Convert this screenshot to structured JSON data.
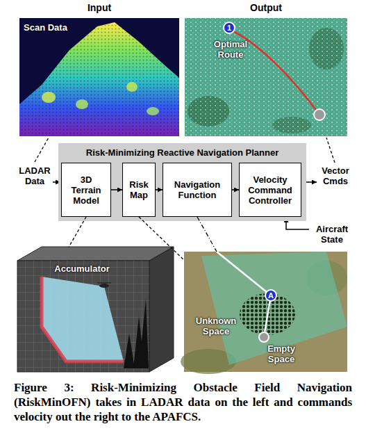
{
  "diagram": {
    "caption": "Figure 3: Risk-Minimizing Obstacle Field Navigation (RiskMinOFN) takes in LADAR data on the left and commands velocity out the right to the APAFCS.",
    "nodes": [
      {
        "text": [
          "Input",
          "Scan Data"
        ]
      },
      {
        "text": [
          "Output",
          "Optimal Route"
        ]
      },
      {
        "text": [
          "Risk-Minimizing Reactive Navigation Planner"
        ]
      },
      {
        "text": [
          "3D Terrain Model"
        ],
        "in": 2
      },
      {
        "text": [
          "Risk Map"
        ],
        "in": 2
      },
      {
        "text": [
          "Navigation Function"
        ],
        "in": 2
      },
      {
        "text": [
          "Velocity Command Controller"
        ],
        "in": 2
      },
      {
        "text": [
          "Accumulator"
        ]
      },
      {
        "text": [
          "Unknown Space",
          "Empty Space"
        ]
      }
    ],
    "edges": [
      {
        "from": 3,
        "to": 4,
        "arrow": "to"
      },
      {
        "from": 4,
        "to": 5,
        "arrow": "to"
      },
      {
        "from": 5,
        "to": 6,
        "arrow": "to"
      },
      {
        "from": 3,
        "to": 7,
        "arrow": "none"
      },
      {
        "from": 4,
        "to": 8,
        "arrow": "none"
      },
      {
        "from": 5,
        "to": 8,
        "arrow": "none"
      }
    ],
    "labels": [
      "LADAR Data",
      "Vector Cmds",
      "Aircraft State",
      "1",
      "A"
    ]
  }
}
